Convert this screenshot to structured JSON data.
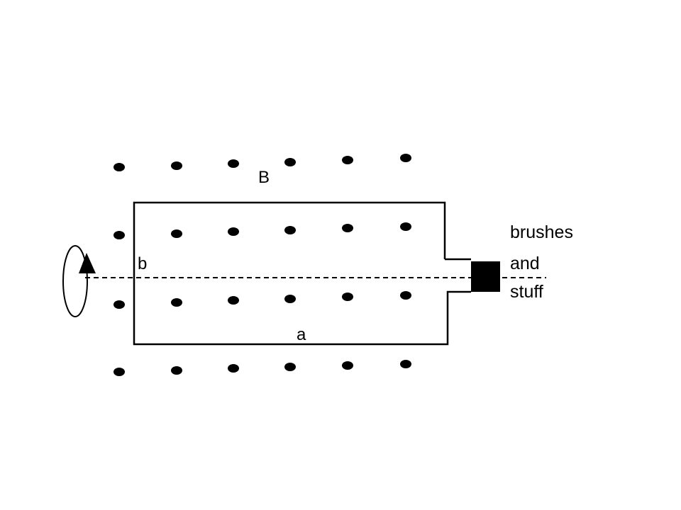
{
  "labels": {
    "field": "B",
    "side_b": "b",
    "side_a": "a",
    "brushes_line1": "brushes",
    "brushes_line2": "and",
    "brushes_line3": "stuff"
  },
  "colors": {
    "ink": "#000000",
    "background": "#ffffff"
  },
  "field_dot_rows": 4,
  "field_dot_columns": 6
}
